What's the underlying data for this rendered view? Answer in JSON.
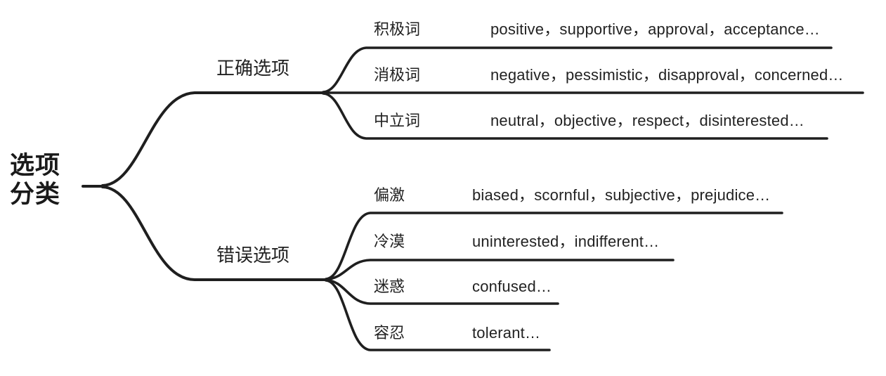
{
  "diagram": {
    "type": "mind-map",
    "title": "选项分类",
    "stroke_color": "#1f1f1f",
    "text_color": "#222222",
    "background_color": "#ffffff",
    "root": {
      "line1": "选项",
      "line2": "分类"
    },
    "branches": [
      {
        "label": "正确选项",
        "children": [
          {
            "label": "积极词",
            "text": "positive，supportive，approval，acceptance…"
          },
          {
            "label": "消极词",
            "text": "negative，pessimistic，disapproval，concerned…"
          },
          {
            "label": "中立词",
            "text": "neutral，objective，respect，disinterested…"
          }
        ]
      },
      {
        "label": "错误选项",
        "children": [
          {
            "label": "偏激",
            "text": "biased，scornful，subjective，prejudice…"
          },
          {
            "label": "冷漠",
            "text": "uninterested，indifferent…"
          },
          {
            "label": "迷惑",
            "text": "confused…"
          },
          {
            "label": "容忍",
            "text": "tolerant…"
          }
        ]
      }
    ]
  }
}
